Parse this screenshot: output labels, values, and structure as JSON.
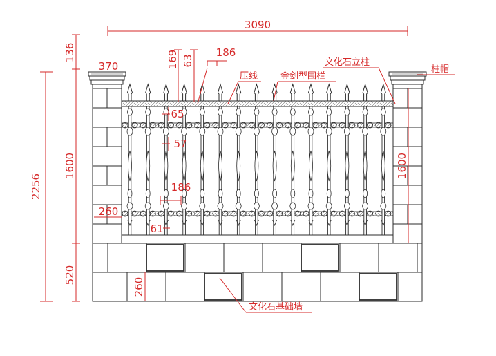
{
  "drawing": {
    "colors": {
      "dimension": "#d62a2a",
      "linework": "#2b2b2b"
    },
    "overall_width": "3090",
    "cap_height": "136",
    "overall_height": "2256",
    "pillar_width": "370",
    "fence_height_left": "1600",
    "fence_height_right": "1600",
    "base_height": "520",
    "base_brick": "260",
    "pillar_brick": "260",
    "spear_height": "169",
    "spear_tip": "63",
    "spear_top_width": "186",
    "dim_65": "65",
    "dim_57": "57",
    "ornament_width": "186",
    "bar_width": "61"
  },
  "callouts": {
    "pressure_line": "压线",
    "sword_railing": "金剑型围栏",
    "stone_pillar": "文化石立柱",
    "pillar_cap": "柱帽",
    "base_wall": "文化石基础墙"
  }
}
